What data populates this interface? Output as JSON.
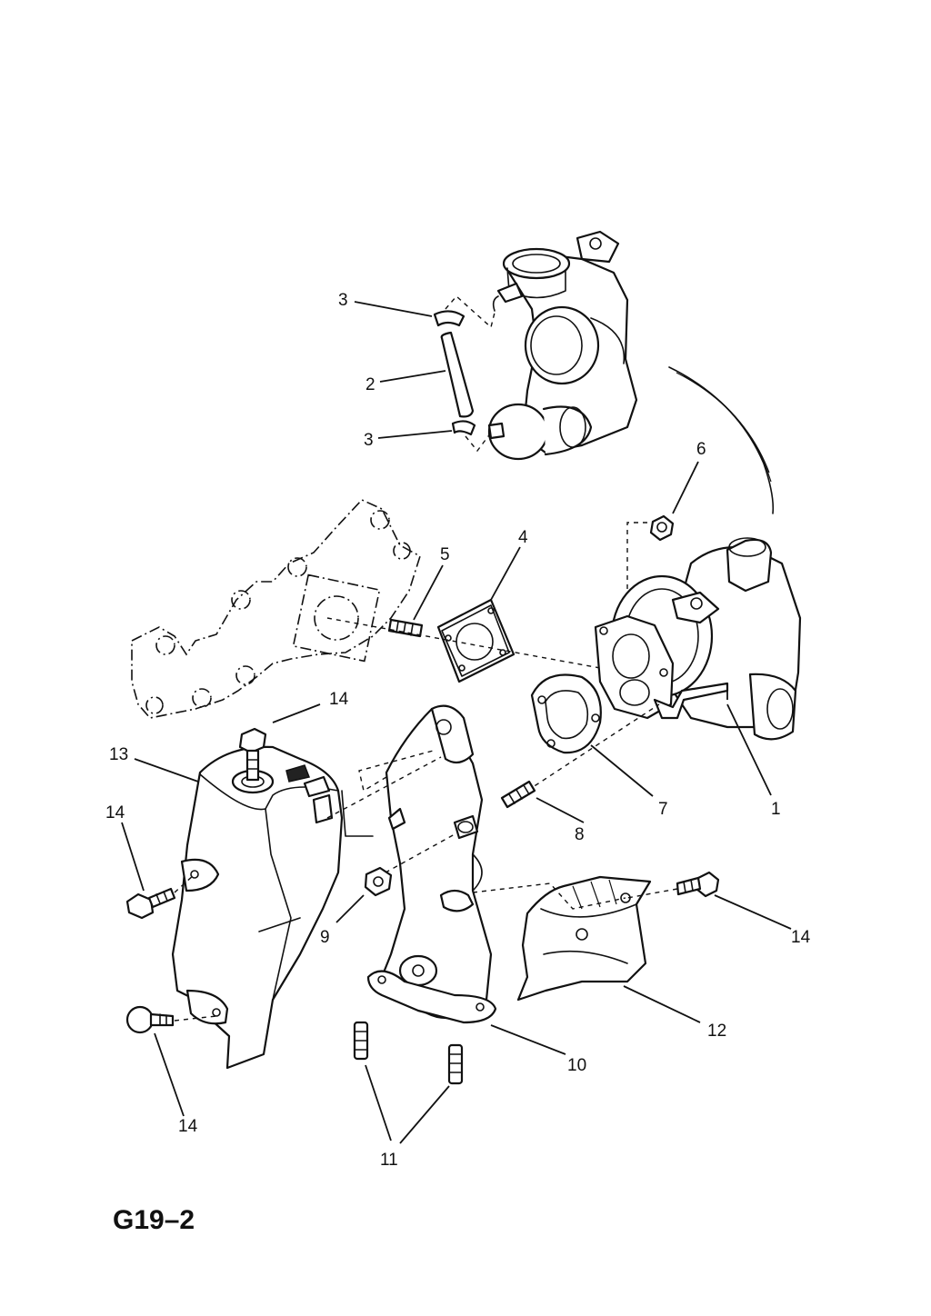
{
  "diagram": {
    "code": "G19–2",
    "callouts": [
      "1",
      "2",
      "3",
      "3",
      "4",
      "5",
      "6",
      "7",
      "8",
      "9",
      "10",
      "11",
      "12",
      "13",
      "14",
      "14",
      "14",
      "14"
    ]
  }
}
